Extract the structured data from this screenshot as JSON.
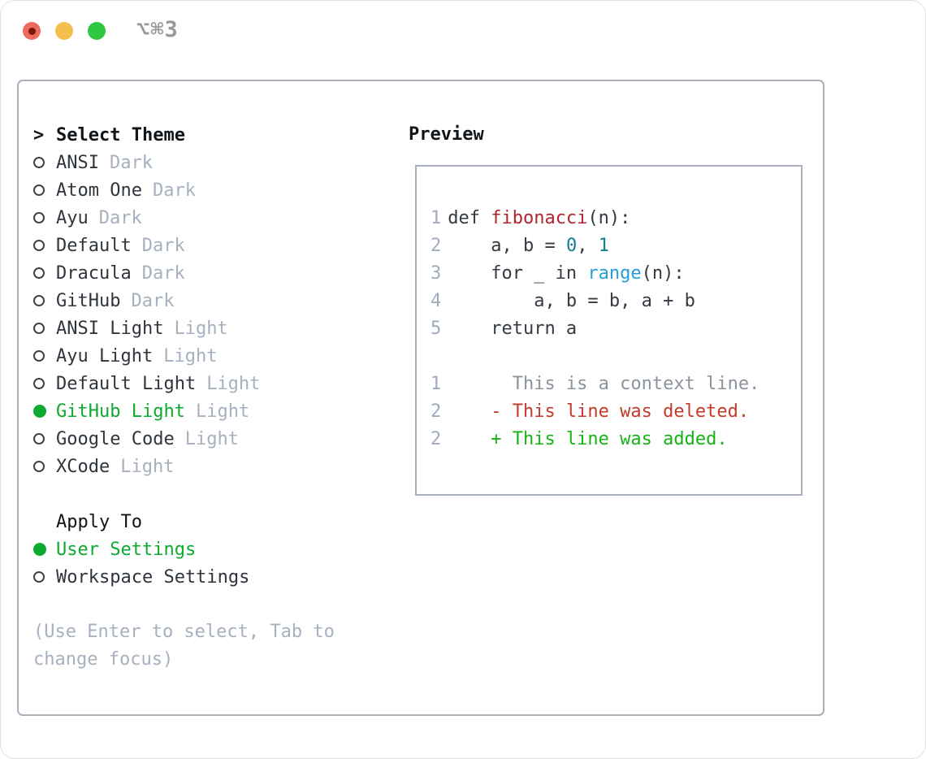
{
  "titlebar": {
    "shortcut": "⌥⌘3"
  },
  "palette": {
    "accent_green": "#0caa2e",
    "added_green": "#14b414",
    "deleted_red": "#c43a2b",
    "function_red": "#b0262d",
    "number_teal": "#0d7f8c",
    "builtin_blue": "#249fd6",
    "muted_gray": "#a6b0bf",
    "context_gray": "#8b939c",
    "text_dark": "#2f353c",
    "panel_border": "#a8b1bb",
    "traffic_red": "#ed6a5e",
    "traffic_yellow": "#f6be4f",
    "traffic_green": "#30c742"
  },
  "theme_list": {
    "prompt": ">",
    "header": "Select Theme",
    "items": [
      {
        "name": "ANSI",
        "variant": "Dark",
        "selected": false
      },
      {
        "name": "Atom One",
        "variant": "Dark",
        "selected": false
      },
      {
        "name": "Ayu",
        "variant": "Dark",
        "selected": false
      },
      {
        "name": "Default",
        "variant": "Dark",
        "selected": false
      },
      {
        "name": "Dracula",
        "variant": "Dark",
        "selected": false
      },
      {
        "name": "GitHub",
        "variant": "Dark",
        "selected": false
      },
      {
        "name": "ANSI Light",
        "variant": "Light",
        "selected": false
      },
      {
        "name": "Ayu Light",
        "variant": "Light",
        "selected": false
      },
      {
        "name": "Default Light",
        "variant": "Light",
        "selected": false
      },
      {
        "name": "GitHub Light",
        "variant": "Light",
        "selected": true
      },
      {
        "name": "Google Code",
        "variant": "Light",
        "selected": false
      },
      {
        "name": "XCode",
        "variant": "Light",
        "selected": false
      }
    ]
  },
  "apply_to": {
    "header": "Apply To",
    "options": [
      {
        "label": "User Settings",
        "selected": true
      },
      {
        "label": "Workspace Settings",
        "selected": false
      }
    ]
  },
  "hint": "(Use Enter to select, Tab to change focus)",
  "preview": {
    "label": "Preview",
    "lines": [
      {
        "num": "1",
        "segments": [
          {
            "text": "def ",
            "color": "plain"
          },
          {
            "text": "fibonacci",
            "color": "function"
          },
          {
            "text": "(n):",
            "color": "plain"
          }
        ]
      },
      {
        "num": "2",
        "segments": [
          {
            "text": "    a, b = ",
            "color": "plain"
          },
          {
            "text": "0",
            "color": "number"
          },
          {
            "text": ", ",
            "color": "plain"
          },
          {
            "text": "1",
            "color": "number"
          }
        ]
      },
      {
        "num": "3",
        "segments": [
          {
            "text": "    for _ in ",
            "color": "plain"
          },
          {
            "text": "range",
            "color": "builtin"
          },
          {
            "text": "(n):",
            "color": "plain"
          }
        ]
      },
      {
        "num": "4",
        "segments": [
          {
            "text": "        a, b = b, a + b",
            "color": "plain"
          }
        ]
      },
      {
        "num": "5",
        "segments": [
          {
            "text": "    return a",
            "color": "plain"
          }
        ]
      },
      {
        "num": "",
        "segments": []
      },
      {
        "num": "1",
        "segments": [
          {
            "text": "      This is a context line.",
            "color": "context"
          }
        ]
      },
      {
        "num": "2",
        "segments": [
          {
            "text": "    - This line was deleted.",
            "color": "deleted"
          }
        ]
      },
      {
        "num": "2",
        "segments": [
          {
            "text": "    + This line was added.",
            "color": "added"
          }
        ]
      }
    ]
  }
}
